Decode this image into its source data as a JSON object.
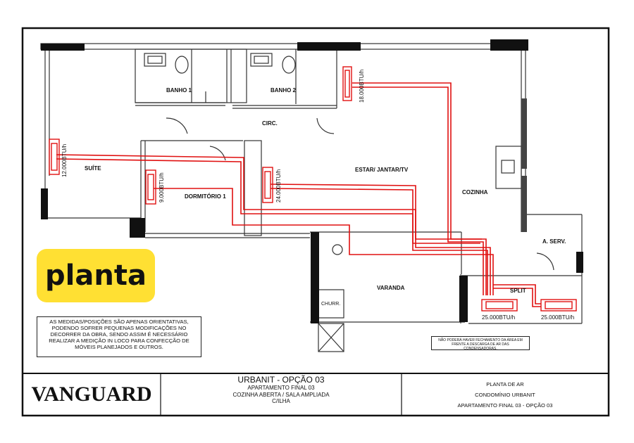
{
  "rooms": {
    "banho1": "BANHO 1",
    "banho2": "BANHO 2",
    "circ": "CIRC.",
    "suite": "SUÍTE",
    "dormitorio": "DORMITÓRIO 1",
    "estar": "ESTAR/ JANTAR/TV",
    "cozinha": "COZINHA",
    "aserv": "A. SERV.",
    "varanda": "VARANDA",
    "churr": "CHURR.",
    "split": "SPLIT"
  },
  "units": {
    "banho2_unit": "18.000BTU/h",
    "suite_unit": "12.000BTU/h",
    "dorm_unit": "9.000BTU/h",
    "estar_unit": "24.000BTU/h",
    "cond1": "25.000BTU/h",
    "cond2": "25.000BTU/h"
  },
  "badge": {
    "label": "planta"
  },
  "note": {
    "lines": [
      "AS MEDIDAS/POSIÇÕES SÃO APENAS ORIENTATIVAS,",
      "PODENDO SOFRER PEQUENAS MODIFICAÇÕES NO",
      "DECORRER DA OBRA, SENDO ASSIM É NECESSÁRIO",
      "REALIZAR A MEDIÇÃO IN LOCO PARA CONFECÇÃO DE",
      "MÓVEIS PLANEJADOS E OUTROS."
    ]
  },
  "warning": {
    "lines": [
      "NÃO PODERÁ HAVER FECHAMENTO DA ÁREA EM",
      "FRENTE A DESCARGA DE AR DAS",
      "CONDENSADORAS."
    ]
  },
  "title_block": {
    "brand": "VANGUARD",
    "project": "URBANIT - OPÇÃO 03",
    "desc1": "APARTAMENTO FINAL 03",
    "desc2": "COZINHA ABERTA / SALA AMPLIADA",
    "desc3": "C/ILHA",
    "r1": "PLANTA DE AR",
    "r2": "CONDOMÍNIO URBANIT",
    "r3": "APARTAMENTO FINAL 03 - OPÇÃO 03"
  },
  "colors": {
    "pipe": "#e01010",
    "wall": "#111111",
    "badge": "#ffe033"
  }
}
